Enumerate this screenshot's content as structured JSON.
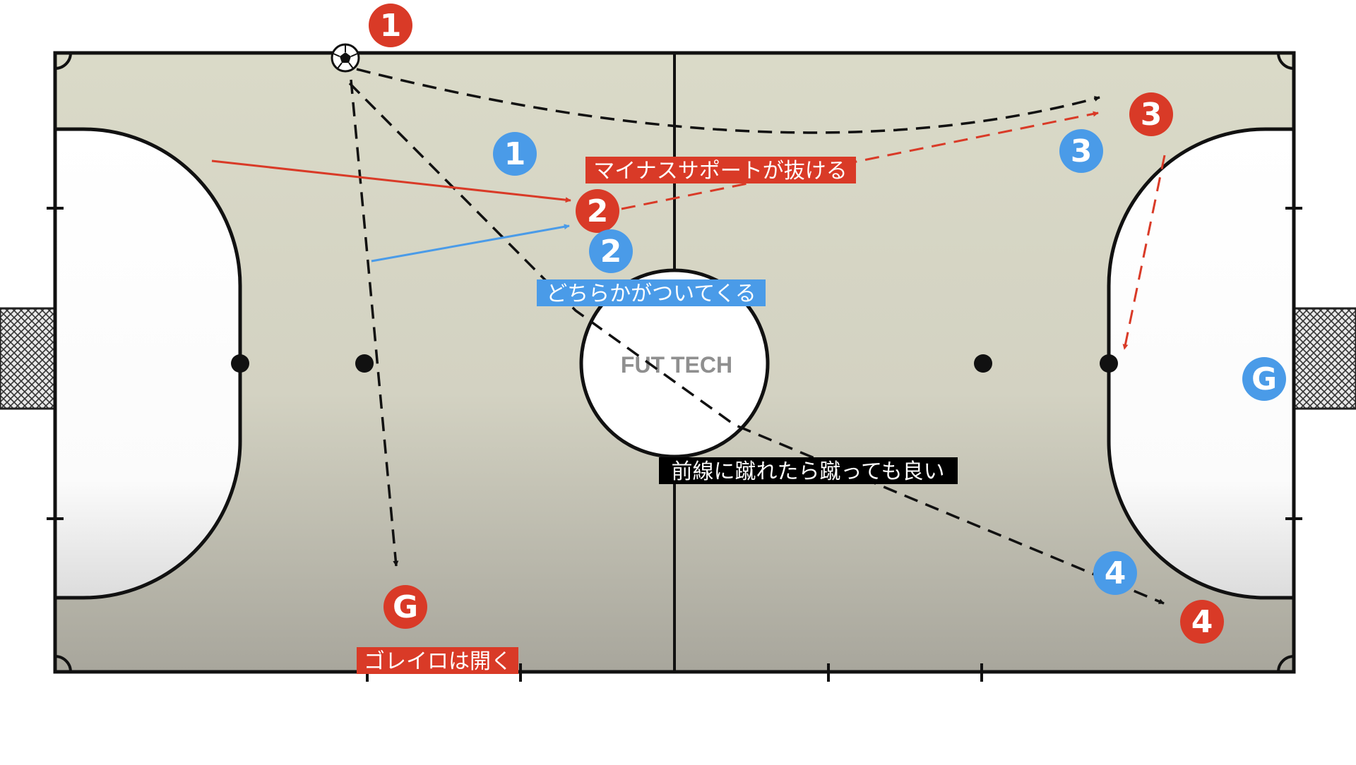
{
  "colors": {
    "court_top": "#dadac8",
    "court_bottom": "#a8a69c",
    "lines": "#111111",
    "red": "#d93a27",
    "blue": "#4a9be8",
    "black_label": "#000000"
  },
  "watermark": "FUT TECH",
  "players": {
    "red": [
      {
        "name": "red-player-1",
        "label": "1"
      },
      {
        "name": "red-player-2",
        "label": "2"
      },
      {
        "name": "red-player-3",
        "label": "3"
      },
      {
        "name": "red-player-4",
        "label": "4"
      },
      {
        "name": "red-goalkeeper",
        "label": "G"
      }
    ],
    "blue": [
      {
        "name": "blue-player-1",
        "label": "1"
      },
      {
        "name": "blue-player-2",
        "label": "2"
      },
      {
        "name": "blue-player-3",
        "label": "3"
      },
      {
        "name": "blue-player-4",
        "label": "4"
      },
      {
        "name": "blue-goalkeeper",
        "label": "G"
      }
    ]
  },
  "labels": {
    "minus_support": "マイナスサポートが抜ける",
    "marker_follows": "どちらかがついてくる",
    "kick_forward": "前線に蹴れたら蹴っても良い",
    "keeper_opens": "ゴレイロは開く"
  },
  "icons": {
    "ball": "soccer-ball-icon"
  }
}
